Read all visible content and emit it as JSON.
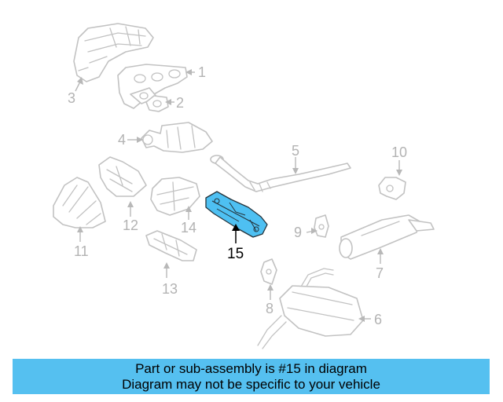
{
  "highlight_color": "#4ec0f2",
  "banner_color": "#55c0f0",
  "callouts": {
    "c1": "1",
    "c2": "2",
    "c3": "3",
    "c4": "4",
    "c5": "5",
    "c6": "6",
    "c7": "7",
    "c8": "8",
    "c9": "9",
    "c10": "10",
    "c11": "11",
    "c12": "12",
    "c13": "13",
    "c14": "14",
    "c15": "15"
  },
  "highlighted_callout": "15",
  "banner": {
    "line1": "Part or sub-assembly is #15 in diagram",
    "line2": "Diagram may not be specific to your vehicle"
  }
}
